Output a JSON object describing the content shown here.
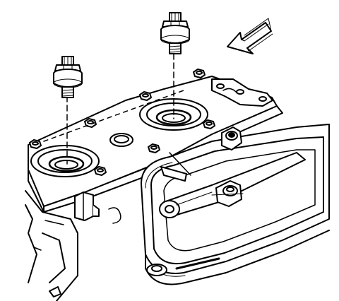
{
  "figure": {
    "kind": "engine-service-illustration",
    "text_labels": []
  },
  "colors": {
    "line": "#000000",
    "fill": "#ffffff",
    "shade": "#cfcfcf"
  },
  "parts": {
    "sensor_left": "knock-sensor",
    "sensor_right": "knock-sensor",
    "direction_arrow": "view-direction-arrow"
  }
}
